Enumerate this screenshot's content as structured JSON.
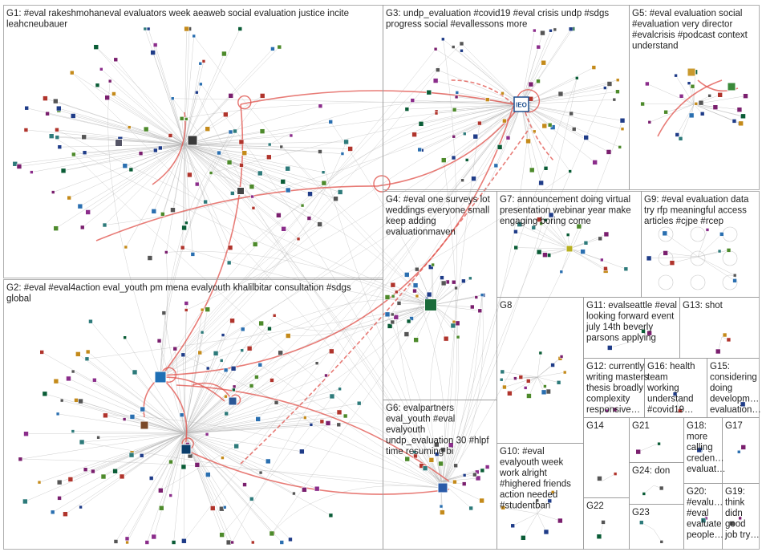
{
  "diagram": {
    "colors": {
      "edge_gray": "#b8b8b8",
      "edge_red": "#e0504a",
      "box_border": "#9a9a9a",
      "title_text": "#222222"
    },
    "groups": [
      {
        "id": "G1",
        "lines": [
          "G1: #eval rakeshmohaneval evaluators week aeaweb social evaluation justice incite",
          "leahcneubauer"
        ]
      },
      {
        "id": "G2",
        "lines": [
          "G2: #eval #eval4action eval_youth pm mena evalyouth khalilbitar consultation #sdgs",
          "global"
        ]
      },
      {
        "id": "G3",
        "lines": [
          "G3: undp_evaluation #covid19 #eval crisis undp #sdgs",
          "progress social #evallessons more"
        ]
      },
      {
        "id": "G4",
        "lines": [
          "G4: #eval one surveys lot",
          "weddings everyone small",
          "keep adding",
          "evaluationmaven"
        ]
      },
      {
        "id": "G5",
        "lines": [
          "G5: #eval evaluation social",
          "#evaluation very director",
          "#evalcrisis #podcast context",
          "understand"
        ]
      },
      {
        "id": "G6",
        "lines": [
          "G6: evalpartners",
          "eval_youth #eval",
          "evalyouth",
          "undp_evaluation 30 #hlpf",
          "time resuming bi"
        ]
      },
      {
        "id": "G7",
        "lines": [
          "G7: announcement doing virtual",
          "presentation webinar year make",
          "engaging boring come"
        ]
      },
      {
        "id": "G8",
        "lines": [
          "G8"
        ]
      },
      {
        "id": "G9",
        "lines": [
          "G9: #eval evaluation data",
          "try rfp meaningful access",
          "articles #cjpe #rcep"
        ]
      },
      {
        "id": "G10",
        "lines": [
          "G10: #eval",
          "evalyouth week",
          "work alright",
          "#highered friends",
          "action needed",
          "#studentban"
        ]
      },
      {
        "id": "G11",
        "lines": [
          "G11: evalseattle #eval",
          "looking forward event",
          "july 14th beverly",
          "parsons applying"
        ]
      },
      {
        "id": "G12",
        "lines": [
          "G12: currently",
          "writing masters",
          "thesis broadly",
          "complexity",
          "responsive…"
        ]
      },
      {
        "id": "G13",
        "lines": [
          "G13: shot"
        ]
      },
      {
        "id": "G14",
        "lines": [
          "G14"
        ]
      },
      {
        "id": "G15",
        "lines": [
          "G15:",
          "considering",
          "doing",
          "developm…",
          "evaluation…"
        ]
      },
      {
        "id": "G16",
        "lines": [
          "G16: health",
          "team",
          "working",
          "understand",
          "#covid19…"
        ]
      },
      {
        "id": "G17",
        "lines": [
          "G17"
        ]
      },
      {
        "id": "G18",
        "lines": [
          "G18:",
          "more",
          "calling",
          "creden…",
          "evaluat…"
        ]
      },
      {
        "id": "G19",
        "lines": [
          "G19:",
          "think",
          "didn",
          "good",
          "job try…"
        ]
      },
      {
        "id": "G20",
        "lines": [
          "G20:",
          "#evalu…",
          "#eval",
          "evaluate",
          "people…"
        ]
      },
      {
        "id": "G21",
        "lines": [
          "G21"
        ]
      },
      {
        "id": "G22",
        "lines": [
          "G22"
        ]
      },
      {
        "id": "G23",
        "lines": [
          "G23"
        ]
      },
      {
        "id": "G24",
        "lines": [
          "G24: don"
        ]
      }
    ],
    "hubs": [
      {
        "id": "hub-ieo",
        "label": "IEO"
      }
    ]
  }
}
